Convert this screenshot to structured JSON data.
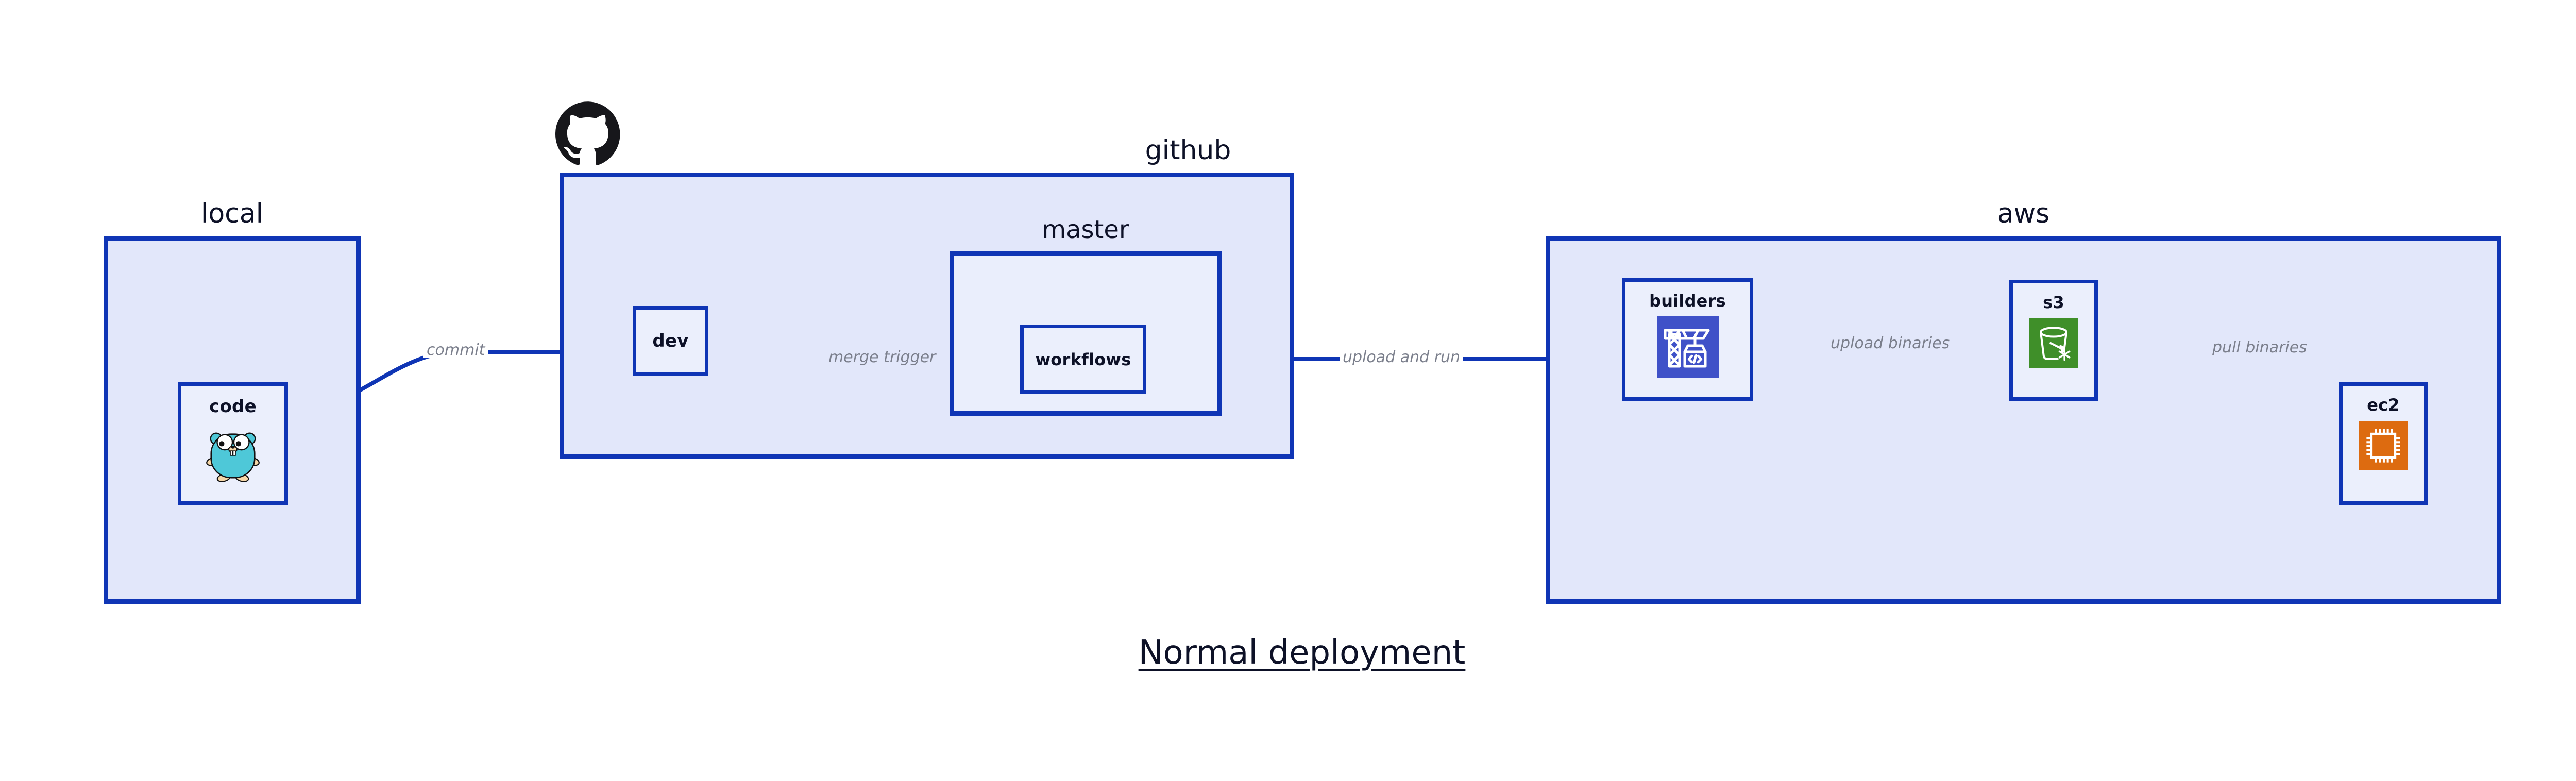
{
  "diagram": {
    "title": "Normal deployment",
    "accent_border": "#0f35b5",
    "group_fill": "#e2e7fa",
    "subgroup_fill": "#eaeefc",
    "node_fill": "#ebeffc",
    "edge_label_color": "#7b7f8c",
    "text_color": "#0d1127"
  },
  "groups": [
    {
      "id": "local",
      "label": "local"
    },
    {
      "id": "github",
      "label": "github"
    },
    {
      "id": "master",
      "label": "master"
    },
    {
      "id": "aws",
      "label": "aws"
    }
  ],
  "nodes": [
    {
      "id": "code",
      "label": "code",
      "icon": "go-gopher-icon",
      "icon_color": "#4ec8d8"
    },
    {
      "id": "dev",
      "label": "dev",
      "icon": "none",
      "icon_color": ""
    },
    {
      "id": "workflows",
      "label": "workflows",
      "icon": "none",
      "icon_color": ""
    },
    {
      "id": "builders",
      "label": "builders",
      "icon": "crane-code-icon",
      "icon_color": "#3f51c8"
    },
    {
      "id": "s3",
      "label": "s3",
      "icon": "s3-bucket-icon",
      "icon_color": "#3f8f29"
    },
    {
      "id": "ec2",
      "label": "ec2",
      "icon": "cpu-chip-icon",
      "icon_color": "#dd6b10"
    }
  ],
  "edges": [
    {
      "id": "commit",
      "from": "code",
      "to": "dev",
      "label": "commit"
    },
    {
      "id": "merge-trigger",
      "from": "dev",
      "to": "workflows",
      "label": "merge trigger"
    },
    {
      "id": "upload-and-run",
      "from": "workflows",
      "to": "builders",
      "label": "upload and run"
    },
    {
      "id": "upload-binaries",
      "from": "builders",
      "to": "s3",
      "label": "upload binaries"
    },
    {
      "id": "pull-binaries",
      "from": "s3",
      "to": "ec2",
      "label": "pull binaries"
    }
  ],
  "branding": {
    "github_logo": "github-octocat-icon"
  }
}
